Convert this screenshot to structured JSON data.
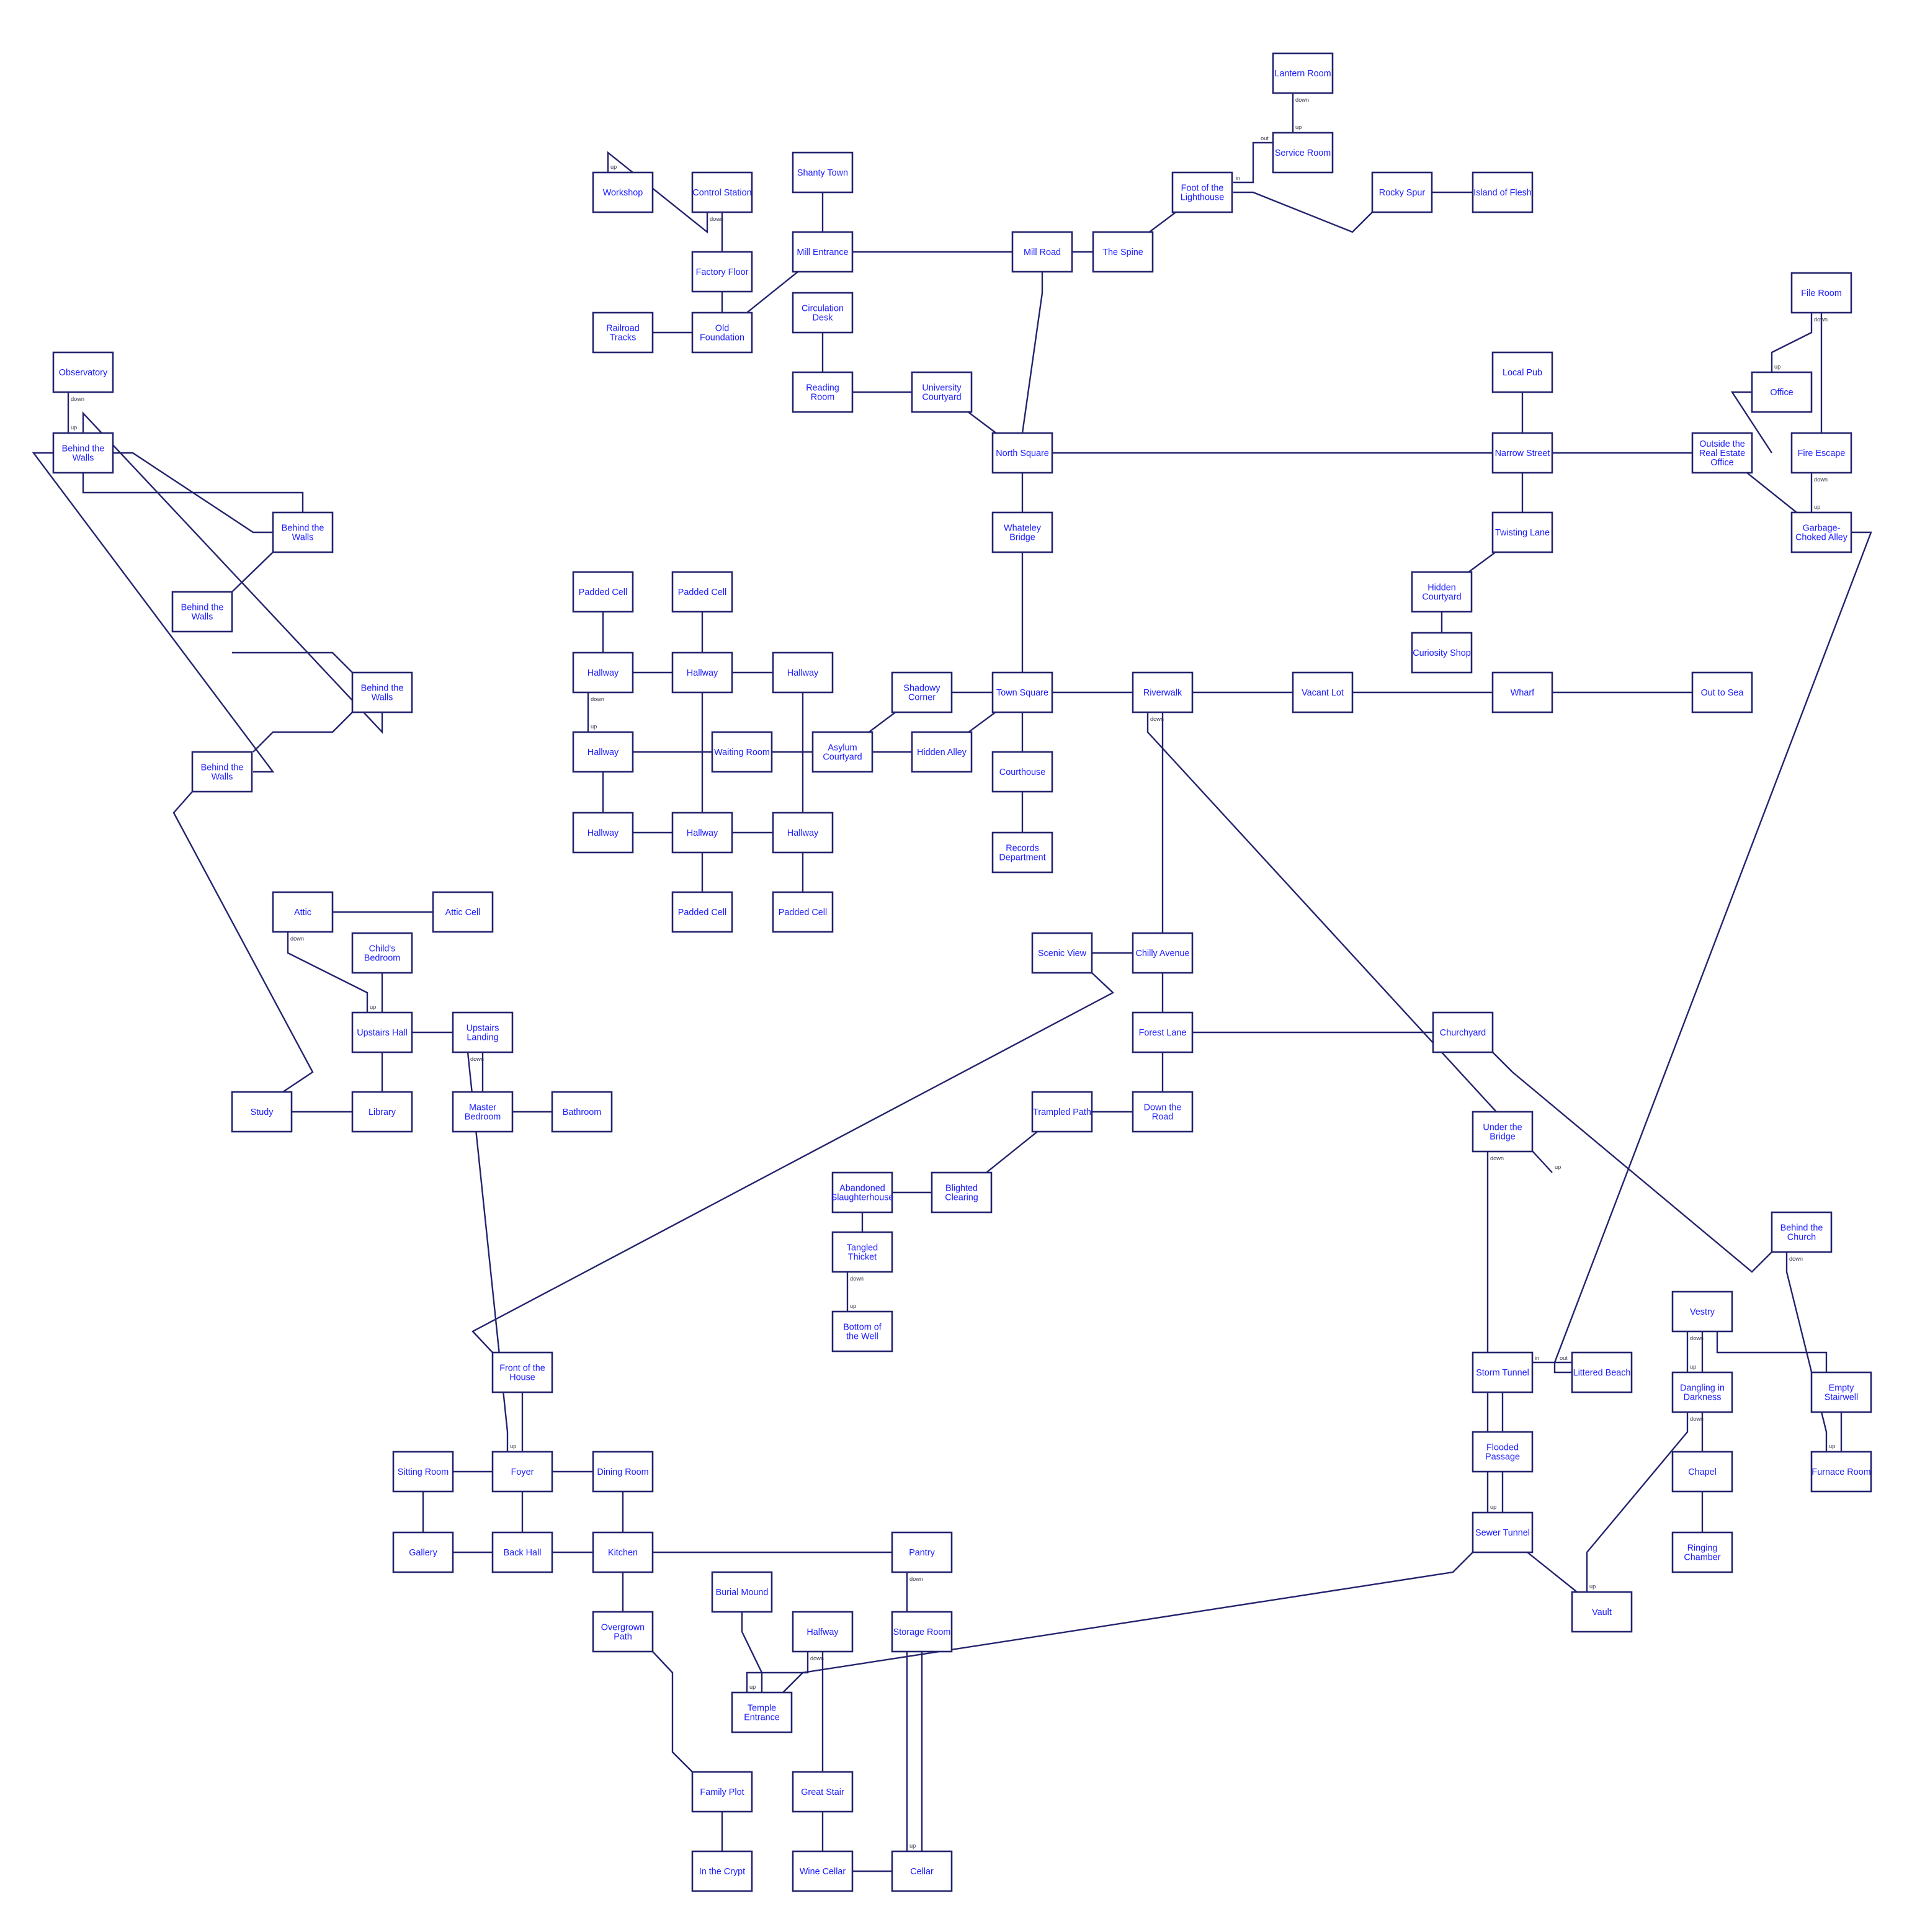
{
  "colors": {
    "line": "#23236e",
    "text": "#1a1aff",
    "background": "#ffffff"
  },
  "rooms": [
    {
      "id": "lantern",
      "lines": [
        "Lantern Room"
      ]
    },
    {
      "id": "service",
      "lines": [
        "Service Room"
      ]
    },
    {
      "id": "workshop",
      "lines": [
        "Workshop"
      ]
    },
    {
      "id": "control",
      "lines": [
        "Control Station"
      ]
    },
    {
      "id": "shanty",
      "lines": [
        "Shanty Town"
      ]
    },
    {
      "id": "foot",
      "lines": [
        "Foot of the",
        "Lighthouse"
      ]
    },
    {
      "id": "rocky",
      "lines": [
        "Rocky Spur"
      ]
    },
    {
      "id": "island",
      "lines": [
        "Island of Flesh"
      ]
    },
    {
      "id": "factory",
      "lines": [
        "Factory Floor"
      ]
    },
    {
      "id": "millent",
      "lines": [
        "Mill Entrance"
      ]
    },
    {
      "id": "millroad",
      "lines": [
        "Mill Road"
      ]
    },
    {
      "id": "spine",
      "lines": [
        "The Spine"
      ]
    },
    {
      "id": "fileroom",
      "lines": [
        "File Room"
      ]
    },
    {
      "id": "circ",
      "lines": [
        "Circulation",
        "Desk"
      ]
    },
    {
      "id": "railroad",
      "lines": [
        "Railroad",
        "Tracks"
      ]
    },
    {
      "id": "oldfound",
      "lines": [
        "Old",
        "Foundation"
      ]
    },
    {
      "id": "observ",
      "lines": [
        "Observatory"
      ]
    },
    {
      "id": "pub",
      "lines": [
        "Local Pub"
      ]
    },
    {
      "id": "reading",
      "lines": [
        "Reading",
        "Room"
      ]
    },
    {
      "id": "univ",
      "lines": [
        "University",
        "Courtyard"
      ]
    },
    {
      "id": "office",
      "lines": [
        "Office"
      ]
    },
    {
      "id": "btwA",
      "lines": [
        "Behind the",
        "Walls"
      ]
    },
    {
      "id": "northsq",
      "lines": [
        "North Square"
      ]
    },
    {
      "id": "narrow",
      "lines": [
        "Narrow Street"
      ]
    },
    {
      "id": "reo",
      "lines": [
        "Outside the",
        "Real Estate",
        "Office"
      ]
    },
    {
      "id": "fireesc",
      "lines": [
        "Fire Escape"
      ]
    },
    {
      "id": "btwB",
      "lines": [
        "Behind the",
        "Walls"
      ]
    },
    {
      "id": "whateley",
      "lines": [
        "Whateley",
        "Bridge"
      ]
    },
    {
      "id": "twisting",
      "lines": [
        "Twisting Lane"
      ]
    },
    {
      "id": "garbage",
      "lines": [
        "Garbage-",
        "Choked Alley"
      ]
    },
    {
      "id": "pc1",
      "lines": [
        "Padded Cell"
      ]
    },
    {
      "id": "pc2",
      "lines": [
        "Padded Cell"
      ]
    },
    {
      "id": "hidcourt",
      "lines": [
        "Hidden",
        "Courtyard"
      ]
    },
    {
      "id": "btwC",
      "lines": [
        "Behind the",
        "Walls"
      ]
    },
    {
      "id": "curio",
      "lines": [
        "Curiosity Shop"
      ]
    },
    {
      "id": "h1",
      "lines": [
        "Hallway"
      ]
    },
    {
      "id": "h2",
      "lines": [
        "Hallway"
      ]
    },
    {
      "id": "h3",
      "lines": [
        "Hallway"
      ]
    },
    {
      "id": "shadowy",
      "lines": [
        "Shadowy",
        "Corner"
      ]
    },
    {
      "id": "townsq",
      "lines": [
        "Town Square"
      ]
    },
    {
      "id": "riverwalk",
      "lines": [
        "Riverwalk"
      ]
    },
    {
      "id": "vacant",
      "lines": [
        "Vacant Lot"
      ]
    },
    {
      "id": "wharf",
      "lines": [
        "Wharf"
      ]
    },
    {
      "id": "sea",
      "lines": [
        "Out to Sea"
      ]
    },
    {
      "id": "btwD",
      "lines": [
        "Behind the",
        "Walls"
      ]
    },
    {
      "id": "h4",
      "lines": [
        "Hallway"
      ]
    },
    {
      "id": "waiting",
      "lines": [
        "Waiting Room"
      ]
    },
    {
      "id": "asylum",
      "lines": [
        "Asylum",
        "Courtyard"
      ]
    },
    {
      "id": "hidalley",
      "lines": [
        "Hidden Alley"
      ]
    },
    {
      "id": "btwE",
      "lines": [
        "Behind the",
        "Walls"
      ]
    },
    {
      "id": "court",
      "lines": [
        "Courthouse"
      ]
    },
    {
      "id": "h7",
      "lines": [
        "Hallway"
      ]
    },
    {
      "id": "h8",
      "lines": [
        "Hallway"
      ]
    },
    {
      "id": "h9",
      "lines": [
        "Hallway"
      ]
    },
    {
      "id": "records",
      "lines": [
        "Records",
        "Department"
      ]
    },
    {
      "id": "pc3",
      "lines": [
        "Padded Cell"
      ]
    },
    {
      "id": "pc4",
      "lines": [
        "Padded Cell"
      ]
    },
    {
      "id": "attic",
      "lines": [
        "Attic"
      ]
    },
    {
      "id": "atticcell",
      "lines": [
        "Attic Cell"
      ]
    },
    {
      "id": "childbed",
      "lines": [
        "Child's",
        "Bedroom"
      ]
    },
    {
      "id": "scenic",
      "lines": [
        "Scenic View"
      ]
    },
    {
      "id": "chilly",
      "lines": [
        "Chilly Avenue"
      ]
    },
    {
      "id": "uphall",
      "lines": [
        "Upstairs Hall"
      ]
    },
    {
      "id": "uplanding",
      "lines": [
        "Upstairs",
        "Landing"
      ]
    },
    {
      "id": "forest",
      "lines": [
        "Forest Lane"
      ]
    },
    {
      "id": "churchyard",
      "lines": [
        "Churchyard"
      ]
    },
    {
      "id": "study",
      "lines": [
        "Study"
      ]
    },
    {
      "id": "library",
      "lines": [
        "Library"
      ]
    },
    {
      "id": "masterbed",
      "lines": [
        "Master",
        "Bedroom"
      ]
    },
    {
      "id": "bathroom",
      "lines": [
        "Bathroom"
      ]
    },
    {
      "id": "trampled",
      "lines": [
        "Trampled Path"
      ]
    },
    {
      "id": "downroad",
      "lines": [
        "Down the",
        "Road"
      ]
    },
    {
      "id": "underbridge",
      "lines": [
        "Under the",
        "Bridge"
      ]
    },
    {
      "id": "slaughter",
      "lines": [
        "Abandoned",
        "Slaughterhouse"
      ]
    },
    {
      "id": "blighted",
      "lines": [
        "Blighted",
        "Clearing"
      ]
    },
    {
      "id": "behchurch",
      "lines": [
        "Behind the",
        "Church"
      ]
    },
    {
      "id": "tangled",
      "lines": [
        "Tangled",
        "Thicket"
      ]
    },
    {
      "id": "vestry",
      "lines": [
        "Vestry"
      ]
    },
    {
      "id": "well",
      "lines": [
        "Bottom of",
        "the Well"
      ]
    },
    {
      "id": "fronthouse",
      "lines": [
        "Front of the",
        "House"
      ]
    },
    {
      "id": "storm",
      "lines": [
        "Storm Tunnel"
      ]
    },
    {
      "id": "littered",
      "lines": [
        "Littered Beach"
      ]
    },
    {
      "id": "dangling",
      "lines": [
        "Dangling in",
        "Darkness"
      ]
    },
    {
      "id": "emptystair",
      "lines": [
        "Empty",
        "Stairwell"
      ]
    },
    {
      "id": "sitting",
      "lines": [
        "Sitting Room"
      ]
    },
    {
      "id": "foyer",
      "lines": [
        "Foyer"
      ]
    },
    {
      "id": "dining",
      "lines": [
        "Dining Room"
      ]
    },
    {
      "id": "flooded",
      "lines": [
        "Flooded",
        "Passage"
      ]
    },
    {
      "id": "chapel",
      "lines": [
        "Chapel"
      ]
    },
    {
      "id": "furnace",
      "lines": [
        "Furnace Room"
      ]
    },
    {
      "id": "gallery",
      "lines": [
        "Gallery"
      ]
    },
    {
      "id": "backhall",
      "lines": [
        "Back Hall"
      ]
    },
    {
      "id": "kitchen",
      "lines": [
        "Kitchen"
      ]
    },
    {
      "id": "pantry",
      "lines": [
        "Pantry"
      ]
    },
    {
      "id": "sewer",
      "lines": [
        "Sewer Tunnel"
      ]
    },
    {
      "id": "ringing",
      "lines": [
        "Ringing",
        "Chamber"
      ]
    },
    {
      "id": "burial",
      "lines": [
        "Burial Mound"
      ]
    },
    {
      "id": "vault",
      "lines": [
        "Vault"
      ]
    },
    {
      "id": "overgrown",
      "lines": [
        "Overgrown",
        "Path"
      ]
    },
    {
      "id": "halfway",
      "lines": [
        "Halfway"
      ]
    },
    {
      "id": "storage",
      "lines": [
        "Storage Room"
      ]
    },
    {
      "id": "temple",
      "lines": [
        "Temple",
        "Entrance"
      ]
    },
    {
      "id": "familyplot",
      "lines": [
        "Family Plot"
      ]
    },
    {
      "id": "greatstair",
      "lines": [
        "Great Stair"
      ]
    },
    {
      "id": "crypt",
      "lines": [
        "In the Crypt"
      ]
    },
    {
      "id": "winecellar",
      "lines": [
        "Wine Cellar"
      ]
    },
    {
      "id": "cellar",
      "lines": [
        "Cellar"
      ]
    }
  ],
  "edges": [
    {
      "from": "lantern",
      "to": "service",
      "from_label": "down",
      "to_label": "up"
    },
    {
      "from": "foot",
      "to": "service",
      "from_label": "in",
      "to_label": "out"
    },
    {
      "from": "foot",
      "to": "rocky"
    },
    {
      "from": "rocky",
      "to": "island"
    },
    {
      "from": "workshop",
      "to": "control",
      "from_label": "up",
      "to_label": "down"
    },
    {
      "from": "control",
      "to": "factory"
    },
    {
      "from": "factory",
      "to": "oldfound"
    },
    {
      "from": "railroad",
      "to": "oldfound"
    },
    {
      "from": "oldfound",
      "to": "millent"
    },
    {
      "from": "shanty",
      "to": "millent"
    },
    {
      "from": "millent",
      "to": "millroad"
    },
    {
      "from": "millroad",
      "to": "spine"
    },
    {
      "from": "spine",
      "to": "foot"
    },
    {
      "from": "millroad",
      "to": "northsq"
    },
    {
      "from": "circ",
      "to": "reading"
    },
    {
      "from": "reading",
      "to": "univ"
    },
    {
      "from": "univ",
      "to": "northsq"
    },
    {
      "from": "northsq",
      "to": "narrow"
    },
    {
      "from": "northsq",
      "to": "whateley"
    },
    {
      "from": "narrow",
      "to": "pub"
    },
    {
      "from": "narrow",
      "to": "twisting"
    },
    {
      "from": "narrow",
      "to": "reo"
    },
    {
      "from": "twisting",
      "to": "hidcourt"
    },
    {
      "from": "hidcourt",
      "to": "curio"
    },
    {
      "from": "fileroom",
      "to": "office",
      "from_label": "down",
      "to_label": "up"
    },
    {
      "from": "fileroom",
      "to": "fireesc"
    },
    {
      "from": "office",
      "to": "reo"
    },
    {
      "from": "reo",
      "to": "garbage"
    },
    {
      "from": "fireesc",
      "to": "garbage",
      "from_label": "down",
      "to_label": "up"
    },
    {
      "from": "garbage",
      "to": "littered"
    },
    {
      "from": "whateley",
      "to": "townsq"
    },
    {
      "from": "townsq",
      "to": "shadowy"
    },
    {
      "from": "townsq",
      "to": "riverwalk"
    },
    {
      "from": "townsq",
      "to": "court"
    },
    {
      "from": "townsq",
      "to": "hidalley"
    },
    {
      "from": "shadowy",
      "to": "asylum"
    },
    {
      "from": "asylum",
      "to": "hidalley"
    },
    {
      "from": "waiting",
      "to": "asylum"
    },
    {
      "from": "court",
      "to": "records"
    },
    {
      "from": "riverwalk",
      "to": "vacant"
    },
    {
      "from": "vacant",
      "to": "wharf"
    },
    {
      "from": "wharf",
      "to": "sea"
    },
    {
      "from": "riverwalk",
      "to": "chilly"
    },
    {
      "from": "riverwalk",
      "to": "underbridge",
      "from_label": "down",
      "to_label": "up"
    },
    {
      "from": "underbridge",
      "to": "sewer",
      "from_label": "down",
      "to_label": "up"
    },
    {
      "from": "storm",
      "to": "littered",
      "from_label": "in",
      "to_label": "out"
    },
    {
      "from": "storm",
      "to": "flooded"
    },
    {
      "from": "flooded",
      "to": "sewer"
    },
    {
      "from": "sewer",
      "to": "vault"
    },
    {
      "from": "sewer",
      "to": "temple"
    },
    {
      "from": "pc1",
      "to": "h1"
    },
    {
      "from": "pc2",
      "to": "h2"
    },
    {
      "from": "h1",
      "to": "h2"
    },
    {
      "from": "h2",
      "to": "h3"
    },
    {
      "from": "h1",
      "to": "h4",
      "from_label": "down",
      "to_label": "up"
    },
    {
      "from": "h4",
      "to": "h7"
    },
    {
      "from": "h2",
      "to": "h8"
    },
    {
      "from": "h3",
      "to": "h9"
    },
    {
      "from": "h4",
      "to": "waiting"
    },
    {
      "from": "h7",
      "to": "h8"
    },
    {
      "from": "h8",
      "to": "h9"
    },
    {
      "from": "h8",
      "to": "pc3"
    },
    {
      "from": "h9",
      "to": "pc4"
    },
    {
      "from": "chilly",
      "to": "scenic"
    },
    {
      "from": "chilly",
      "to": "forest"
    },
    {
      "from": "forest",
      "to": "churchyard"
    },
    {
      "from": "forest",
      "to": "downroad"
    },
    {
      "from": "downroad",
      "to": "trampled"
    },
    {
      "from": "trampled",
      "to": "blighted"
    },
    {
      "from": "blighted",
      "to": "slaughter"
    },
    {
      "from": "slaughter",
      "to": "tangled"
    },
    {
      "from": "tangled",
      "to": "well",
      "from_label": "down",
      "to_label": "up"
    },
    {
      "from": "scenic",
      "to": "fronthouse"
    },
    {
      "from": "churchyard",
      "to": "behchurch"
    },
    {
      "from": "behchurch",
      "to": "furnace",
      "from_label": "down",
      "to_label": "up"
    },
    {
      "from": "vestry",
      "to": "dangling",
      "from_label": "down",
      "to_label": "up"
    },
    {
      "from": "vestry",
      "to": "chapel"
    },
    {
      "from": "vestry",
      "to": "emptystair"
    },
    {
      "from": "dangling",
      "to": "vault",
      "from_label": "down",
      "to_label": "up"
    },
    {
      "from": "chapel",
      "to": "ringing"
    },
    {
      "from": "emptystair",
      "to": "furnace"
    },
    {
      "from": "attic",
      "to": "atticcell"
    },
    {
      "from": "attic",
      "to": "uphall",
      "from_label": "down",
      "to_label": "up"
    },
    {
      "from": "childbed",
      "to": "uphall"
    },
    {
      "from": "uphall",
      "to": "uplanding"
    },
    {
      "from": "uphall",
      "to": "library"
    },
    {
      "from": "study",
      "to": "library"
    },
    {
      "from": "uplanding",
      "to": "foyer",
      "from_label": "down",
      "to_label": "up"
    },
    {
      "from": "uplanding",
      "to": "masterbed"
    },
    {
      "from": "masterbed",
      "to": "bathroom"
    },
    {
      "from": "study",
      "to": "btwE"
    },
    {
      "from": "fronthouse",
      "to": "foyer"
    },
    {
      "from": "foyer",
      "to": "sitting"
    },
    {
      "from": "foyer",
      "to": "dining"
    },
    {
      "from": "foyer",
      "to": "backhall"
    },
    {
      "from": "sitting",
      "to": "gallery"
    },
    {
      "from": "gallery",
      "to": "backhall"
    },
    {
      "from": "backhall",
      "to": "kitchen"
    },
    {
      "from": "dining",
      "to": "kitchen"
    },
    {
      "from": "kitchen",
      "to": "pantry"
    },
    {
      "from": "kitchen",
      "to": "overgrown"
    },
    {
      "from": "overgrown",
      "to": "familyplot"
    },
    {
      "from": "familyplot",
      "to": "crypt"
    },
    {
      "from": "greatstair",
      "to": "winecellar"
    },
    {
      "from": "winecellar",
      "to": "cellar"
    },
    {
      "from": "pantry",
      "to": "cellar",
      "from_label": "down",
      "to_label": "up"
    },
    {
      "from": "storage",
      "to": "cellar"
    },
    {
      "from": "burial",
      "to": "temple"
    },
    {
      "from": "halfway",
      "to": "temple",
      "from_label": "down",
      "to_label": "up"
    },
    {
      "from": "halfway",
      "to": "greatstair"
    },
    {
      "from": "observ",
      "to": "btwA",
      "from_label": "down",
      "to_label": "up"
    },
    {
      "from": "btwA",
      "to": "btwB"
    },
    {
      "from": "btwA",
      "to": "btwB"
    },
    {
      "from": "btwA",
      "to": "btwD"
    },
    {
      "from": "btwA",
      "to": "btwE"
    },
    {
      "from": "btwB",
      "to": "btwC"
    },
    {
      "from": "btwC",
      "to": "btwD"
    },
    {
      "from": "btwD",
      "to": "btwE"
    }
  ]
}
